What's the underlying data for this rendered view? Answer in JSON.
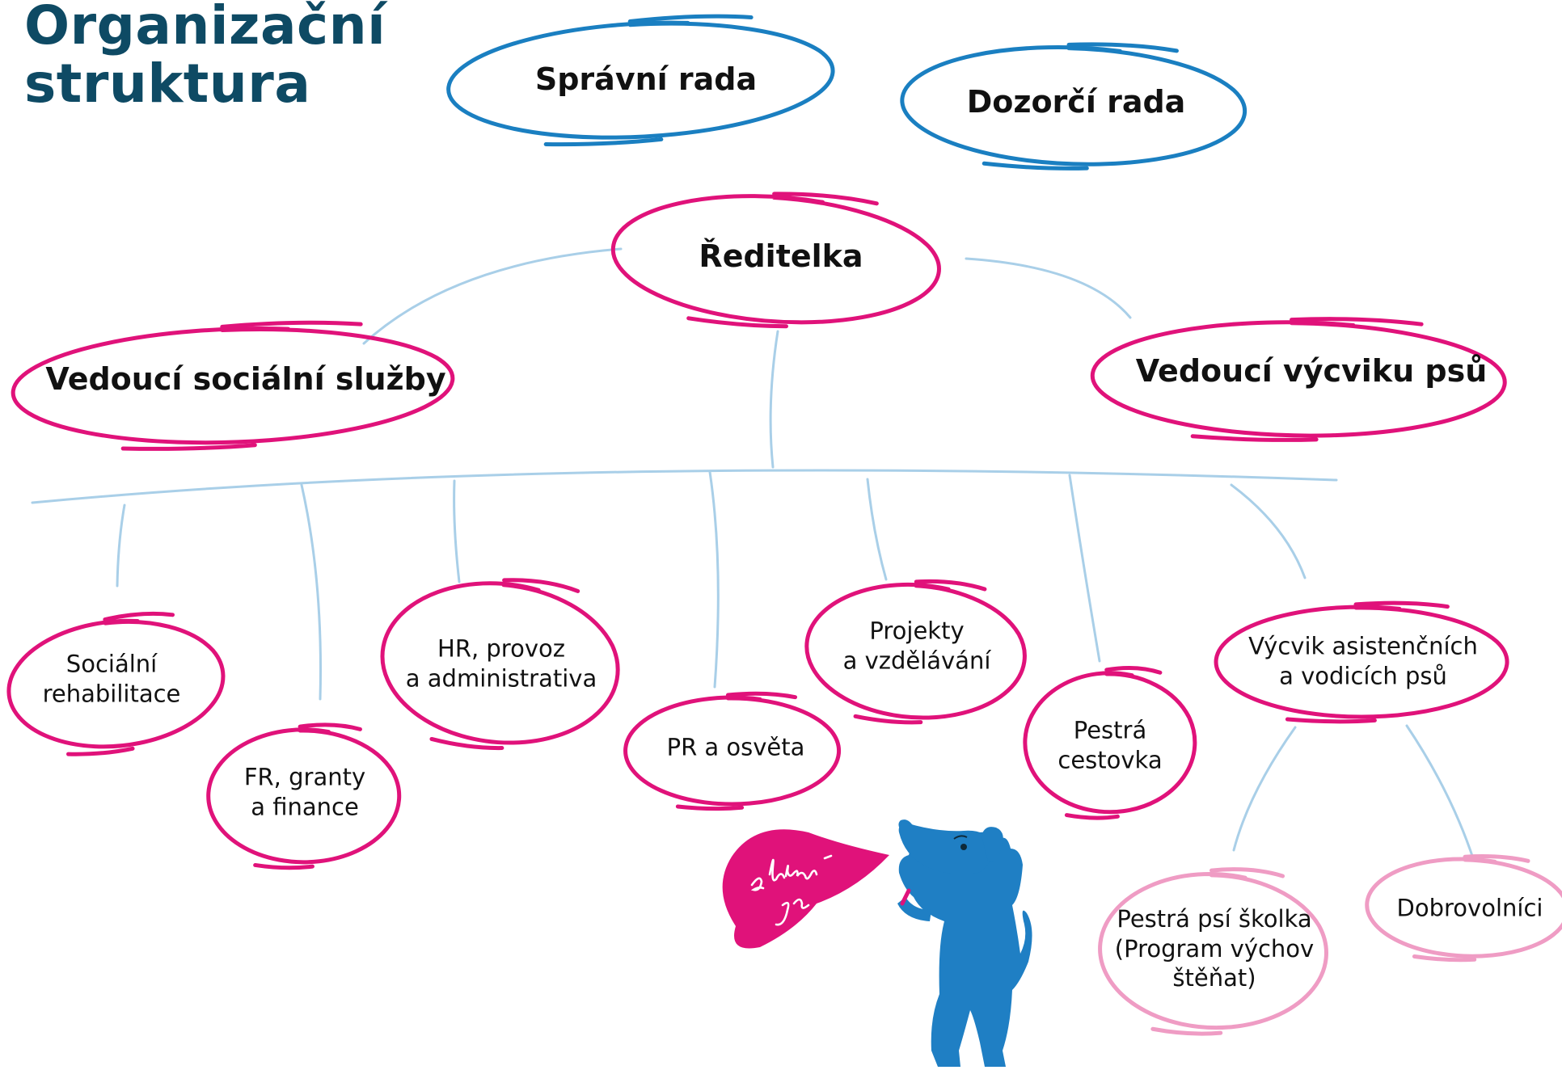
{
  "title": [
    "Organizační",
    "struktura"
  ],
  "colors": {
    "title": "#0e4a64",
    "board_ellipse": "#1a7fc1",
    "management_ellipse": "#e0127a",
    "volunteer_ellipse": "#ef9cc4",
    "connector": "#a9cfe8",
    "dog": "#1f7fc4",
    "speech_bubble": "#e0127a"
  },
  "nodes": {
    "spravni_rada": [
      "Správní rada"
    ],
    "dozorci_rada": [
      "Dozorčí rada"
    ],
    "reditelka": [
      "Ředitelka"
    ],
    "vedouci_socialni": [
      "Vedoucí sociální služby"
    ],
    "vedouci_vycviku": [
      "Vedoucí výcviku psů"
    ],
    "socialni_rehabilitace": [
      "Sociální",
      "rehabilitace"
    ],
    "fr_granty": [
      "FR, granty",
      "a finance"
    ],
    "hr_provoz": [
      "HR, provoz",
      "a administrativa"
    ],
    "pr_osveta": [
      "PR a osvěta"
    ],
    "projekty": [
      "Projekty",
      "a vzdělávání"
    ],
    "pestra_cestovka": [
      "Pestrá",
      "cestovka"
    ],
    "vycvik_asistencnich": [
      "Výcvik asistenčních",
      "a vodicích psů"
    ],
    "pestra_psi_skolka": [
      "Pestrá psí školka",
      "(Program výchov",
      "štěňat)"
    ],
    "dobrovolnici": [
      "Dobrovolníci"
    ]
  },
  "mascot": {
    "icon": "blue-dog-icon",
    "speech_bubble": "a hlavně já"
  }
}
